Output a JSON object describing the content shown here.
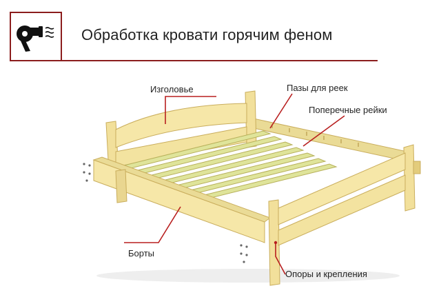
{
  "header": {
    "title": "Обработка кровати горячим феном",
    "icon": "hair-dryer-icon",
    "accent_color": "#8b1c1c"
  },
  "diagram": {
    "labels": {
      "headboard": "Изголовье",
      "slot_grooves": "Пазы для реек",
      "cross_slats": "Поперечные рейки",
      "side_rails": "Борты",
      "supports": "Опоры и крепления"
    },
    "colors": {
      "wood": "#f6e7a8",
      "wood_shadow": "#e3cc7c",
      "wood_edge": "#c9ad5c",
      "slat": "#dfe49a",
      "leader": "#b81e1e"
    }
  }
}
